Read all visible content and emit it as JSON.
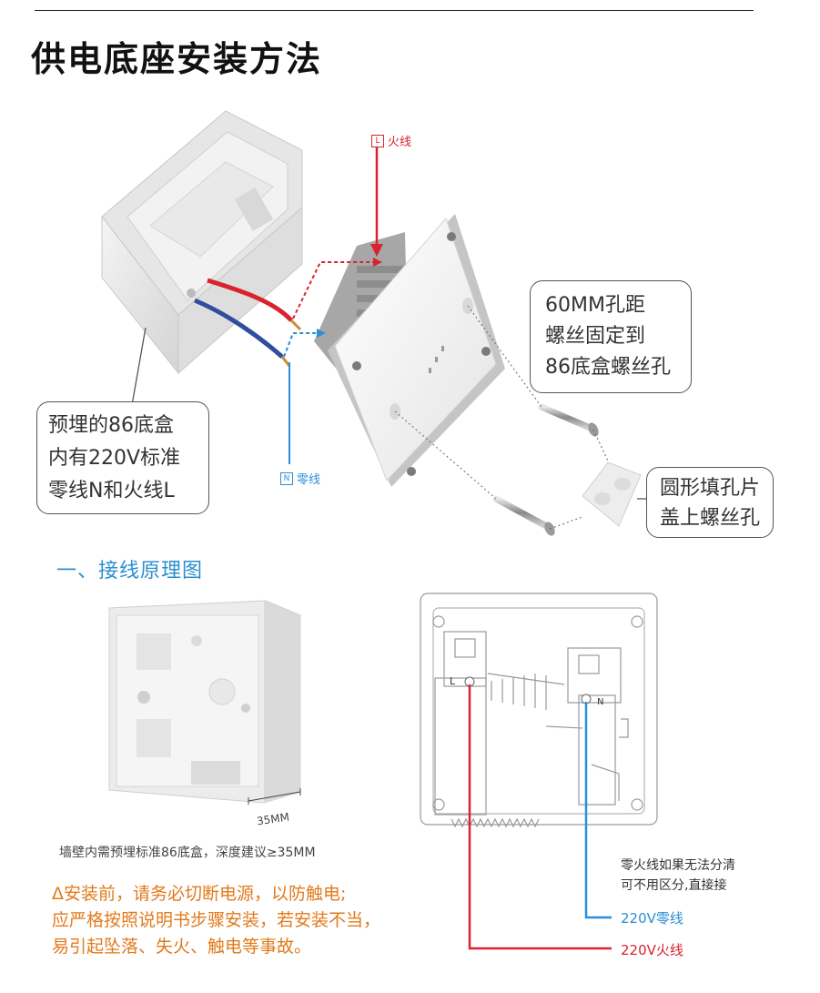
{
  "title": "供电底座安装方法",
  "tags": {
    "live": {
      "letter": "L",
      "text": "火线"
    },
    "neutral": {
      "letter": "N",
      "text": "零线"
    }
  },
  "callouts": {
    "box": [
      "预埋的86底盒",
      "内有220V标准",
      "零线N和火线L"
    ],
    "screws": [
      "60MM孔距",
      "螺丝固定到",
      "86底盒螺丝孔"
    ],
    "caps": [
      "圆形填孔片",
      "盖上螺丝孔"
    ]
  },
  "section_title": "一、接线原理图",
  "box_caption": "墙壁内需预埋标准86底盒，深度建议≥35MM",
  "dimension_label": "35MM",
  "warning_lines": [
    "Δ安装前，请务必切断电源，以防触电;",
    "应严格按照说明书步骤安装，若安装不当，",
    "易引起坠落、失火、触电等事故。"
  ],
  "note_lines": [
    "零火线如果无法分清",
    "可不用区分,直接接"
  ],
  "terminal_labels": {
    "left": "L",
    "right": "N"
  },
  "wire_labels": {
    "neutral": "220V零线",
    "live": "220V火线"
  },
  "colors": {
    "live": "#d9232e",
    "neutral": "#2a8fd6",
    "section": "#2b8fd0",
    "warning": "#e27a1c"
  }
}
